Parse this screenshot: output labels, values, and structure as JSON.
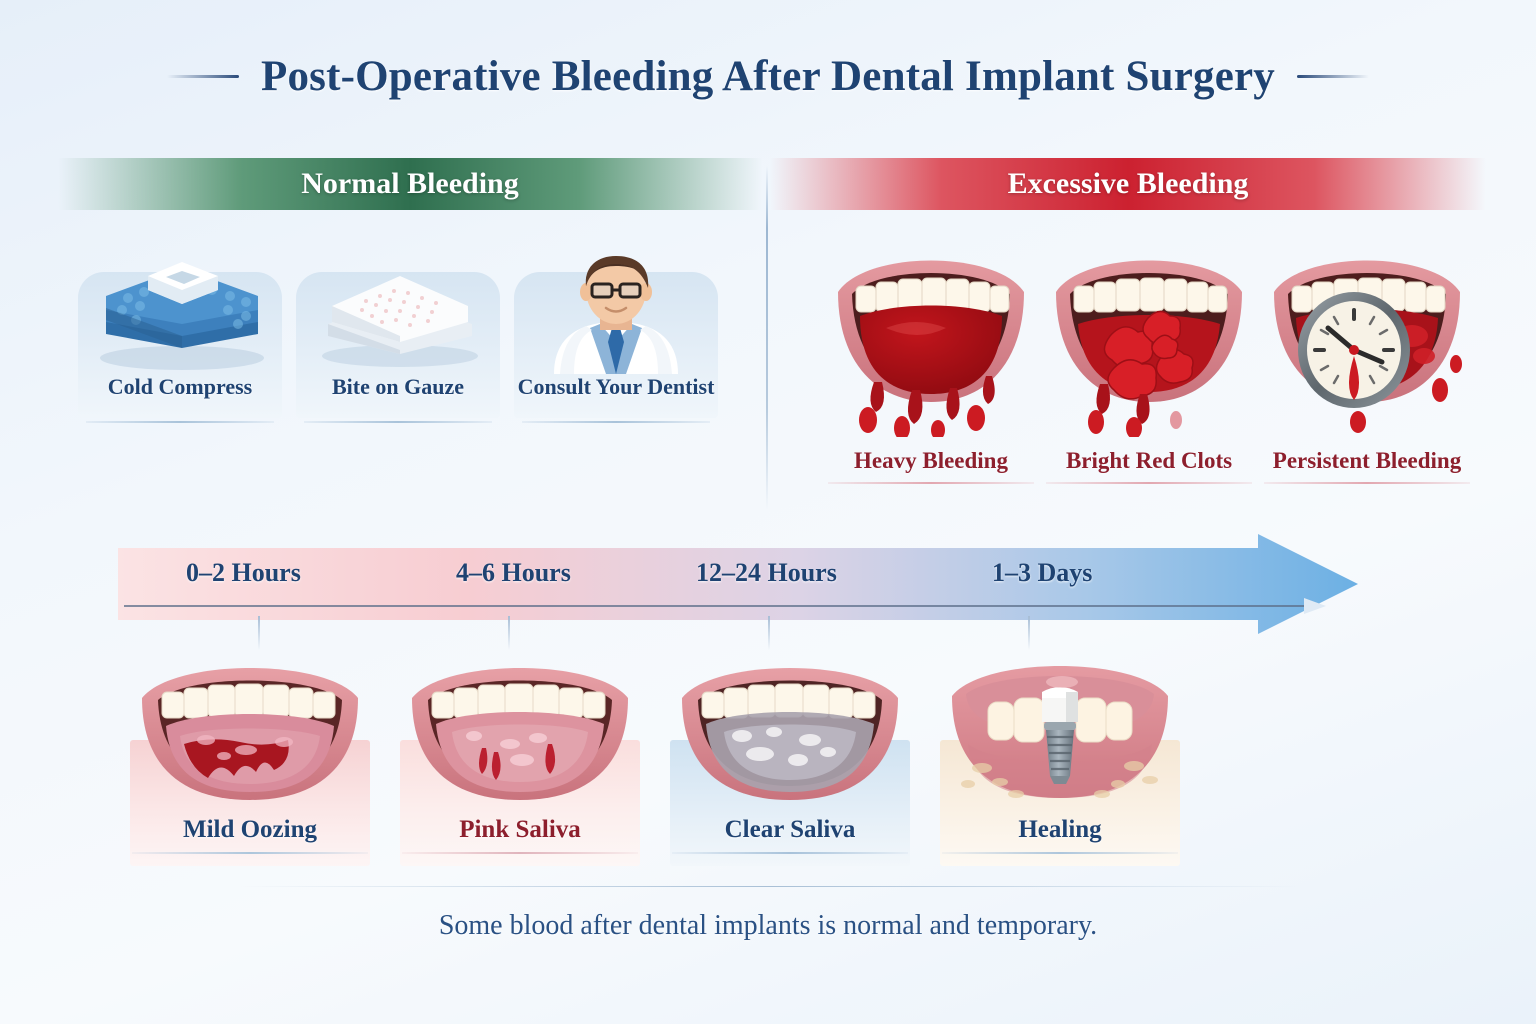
{
  "page": {
    "title": "Post-Operative Bleeding After Dental Implant Surgery",
    "footer_note": "Some blood after dental implants is normal and temporary.",
    "background_color": "#eef4fb",
    "title_color": "#1f4372"
  },
  "sections": {
    "normal": {
      "banner_label": "Normal Bleeding",
      "banner_color": "#2f6f4f",
      "cards": [
        {
          "label": "Cold Compress",
          "icon": "cold-compress-icon"
        },
        {
          "label": "Bite on Gauze",
          "icon": "gauze-pad-icon"
        },
        {
          "label": "Consult Your Dentist",
          "icon": "dentist-icon"
        }
      ]
    },
    "excessive": {
      "banner_label": "Excessive Bleeding",
      "banner_color": "#cc2130",
      "label_color": "#8d1f2d",
      "cards": [
        {
          "label": "Heavy Bleeding",
          "icon": "mouth-heavy-bleeding-icon"
        },
        {
          "label": "Bright Red Clots",
          "icon": "mouth-blood-clots-icon"
        },
        {
          "label": "Persistent Bleeding",
          "icon": "mouth-clock-bleeding-icon"
        }
      ]
    }
  },
  "timeline": {
    "ticks": [
      {
        "label": "0–2 Hours"
      },
      {
        "label": "4–6 Hours"
      },
      {
        "label": "12–24 Hours"
      },
      {
        "label": "1–3 Days"
      }
    ],
    "arrow_start_color": "#f6d3d6",
    "arrow_end_color": "#6cb0e4",
    "stages": [
      {
        "label": "Mild Oozing",
        "icon": "mouth-mild-oozing-icon",
        "label_color": "#1f4372",
        "panel_color": "#f7d5d6"
      },
      {
        "label": "Pink Saliva",
        "icon": "mouth-pink-saliva-icon",
        "label_color": "#8d1f2d",
        "panel_color": "#fae0e0"
      },
      {
        "label": "Clear Saliva",
        "icon": "mouth-clear-saliva-icon",
        "label_color": "#1f4372",
        "panel_color": "#cfe2f1"
      },
      {
        "label": "Healing",
        "icon": "dental-implant-healing-icon",
        "label_color": "#1f4372",
        "panel_color": "#f7ebdb"
      }
    ]
  }
}
